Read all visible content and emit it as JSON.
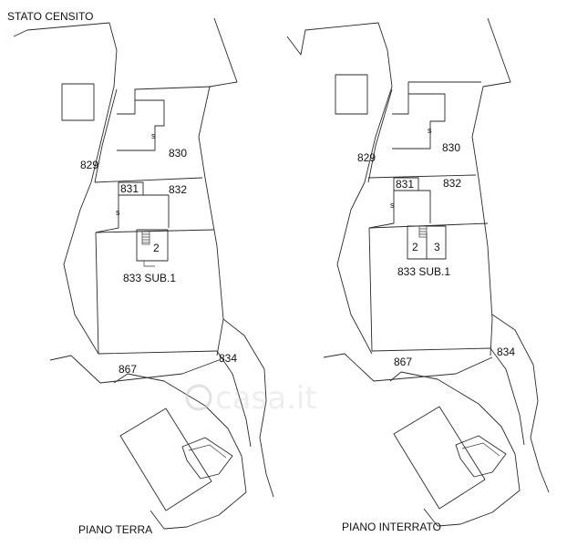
{
  "header": {
    "title": "STATO CENSITO"
  },
  "watermark": {
    "text": "casa.it"
  },
  "plans": [
    {
      "caption": "PIANO TERRA",
      "parcels": {
        "p829": "829",
        "p830": "830",
        "p831": "831",
        "p832": "832",
        "p833": "833 SUB.1",
        "p834": "834",
        "p867": "867"
      },
      "markers": {
        "s1": "s",
        "s2": "s"
      },
      "units": [
        "2"
      ]
    },
    {
      "caption": "PIANO INTERRATO",
      "parcels": {
        "p829": "829",
        "p830": "830",
        "p831": "831",
        "p832": "832",
        "p833": "833 SUB.1",
        "p834": "834",
        "p867": "867"
      },
      "markers": {
        "s1": "s",
        "s2": "s"
      },
      "units": [
        "2",
        "3"
      ]
    }
  ]
}
